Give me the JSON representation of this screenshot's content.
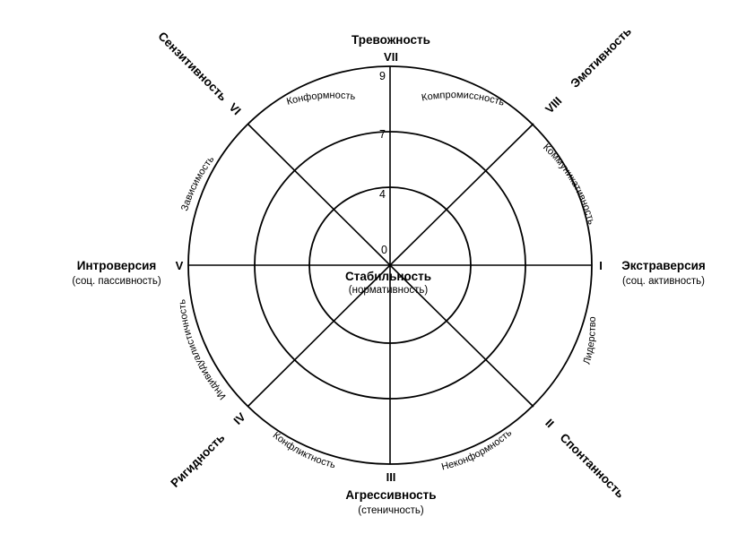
{
  "center": {
    "title": "Стабильность",
    "subtitle": "(нормативность)"
  },
  "scale": [
    "0",
    "4",
    "7",
    "9"
  ],
  "axes": {
    "I": {
      "numeral": "I",
      "title": "Экстраверсия",
      "subtitle": "(соц. активность)"
    },
    "II": {
      "numeral": "II",
      "title": "Спонтанность"
    },
    "III": {
      "numeral": "III",
      "title": "Агрессивность",
      "subtitle": "(стеничность)"
    },
    "IV": {
      "numeral": "IV",
      "title": "Ригидность"
    },
    "V": {
      "numeral": "V",
      "title": "Интроверсия",
      "subtitle": "(соц. пассивность)"
    },
    "VI": {
      "numeral": "VI",
      "title": "Сензитивность"
    },
    "VII": {
      "numeral": "VII",
      "title": "Тревожность"
    },
    "VIII": {
      "numeral": "VIII",
      "title": "Эмотивность"
    }
  },
  "sector_labels": {
    "between_I_II": "Лидерство",
    "between_II_III": "Неконформность",
    "between_III_IV": "Конфликтность",
    "between_IV_V": "Индивидуалистичность",
    "between_V_VI": "Зависимость",
    "between_VI_VII": "Конформность",
    "between_VII_VIII": "Компромиссность",
    "between_VIII_I": "Коммуникативность"
  }
}
